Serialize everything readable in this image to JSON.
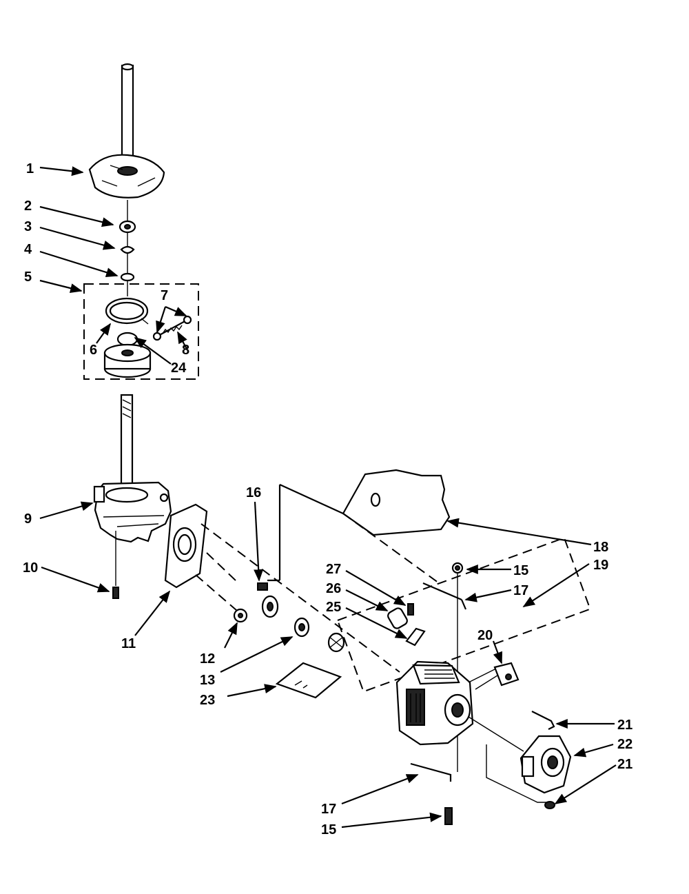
{
  "diagram": {
    "callouts": [
      {
        "id": "c1",
        "text": "1"
      },
      {
        "id": "c2",
        "text": "2"
      },
      {
        "id": "c3",
        "text": "3"
      },
      {
        "id": "c4",
        "text": "4"
      },
      {
        "id": "c5",
        "text": "5"
      },
      {
        "id": "c6",
        "text": "6"
      },
      {
        "id": "c7",
        "text": "7"
      },
      {
        "id": "c8",
        "text": "8"
      },
      {
        "id": "c24",
        "text": "24"
      },
      {
        "id": "c9",
        "text": "9"
      },
      {
        "id": "c10",
        "text": "10"
      },
      {
        "id": "c11",
        "text": "11"
      },
      {
        "id": "c12",
        "text": "12"
      },
      {
        "id": "c13",
        "text": "13"
      },
      {
        "id": "c16",
        "text": "16"
      },
      {
        "id": "c18",
        "text": "18"
      },
      {
        "id": "c19",
        "text": "19"
      },
      {
        "id": "c15a",
        "text": "15"
      },
      {
        "id": "c17a",
        "text": "17"
      },
      {
        "id": "c27",
        "text": "27"
      },
      {
        "id": "c26",
        "text": "26"
      },
      {
        "id": "c25",
        "text": "25"
      },
      {
        "id": "c20",
        "text": "20"
      },
      {
        "id": "c23",
        "text": "23"
      },
      {
        "id": "c21a",
        "text": "21"
      },
      {
        "id": "c22",
        "text": "22"
      },
      {
        "id": "c21b",
        "text": "21"
      },
      {
        "id": "c17b",
        "text": "17"
      },
      {
        "id": "c15b",
        "text": "15"
      }
    ]
  }
}
